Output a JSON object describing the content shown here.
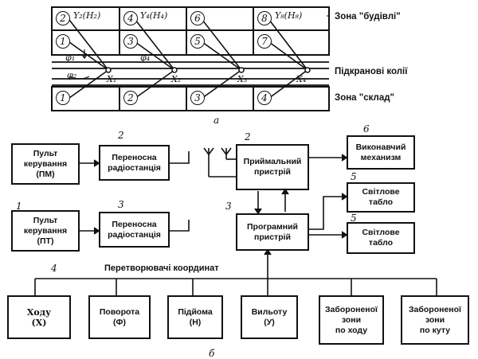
{
  "top_diagram": {
    "zone_building": "Зона \"будівлі\"",
    "crane_tracks": "Підкранові колії",
    "zone_warehouse": "Зона \"склад\"",
    "caption": "а",
    "row1_cells": [
      "2",
      "4",
      "6",
      "8"
    ],
    "row1_labels": [
      "Y₂(H₂)",
      "Y₄(H₄)",
      "",
      "Y₈(H₈)"
    ],
    "row2_cells": [
      "1",
      "3",
      "5",
      "7"
    ],
    "row3_cells": [
      "1",
      "2",
      "3",
      "4"
    ],
    "phi_labels": [
      "φ₁",
      "φ₂",
      "φ₄"
    ],
    "x_labels": [
      "X₁",
      "X₂",
      "X₃",
      "X₄"
    ]
  },
  "block_diagram": {
    "caption": "б",
    "converters_title": "Перетворювачі координат",
    "nums": {
      "n1": "1",
      "n2a": "2",
      "n3a": "3",
      "n2b": "2",
      "n3b": "3",
      "n6": "6",
      "n5a": "5",
      "n5b": "5",
      "n4": "4"
    },
    "boxes": {
      "pm": "Пульт\nкерування\n(ПМ)",
      "radio1": "Переносна\nрадіостанція",
      "pt": "Пульт\nкерування\n(ПТ)",
      "radio2": "Переносна\nрадіостанція",
      "receiver": "Приймальний\nпристрій",
      "program": "Програмний\nпристрій",
      "executive": "Виконавчий\nмеханизм",
      "board1": "Світлове\nтабло",
      "board2": "Світлове\nтабло",
      "conv_x": "Ходу\n(Х)",
      "conv_phi": "Поворота\n(Ф)",
      "conv_h": "Підйома\n(Н)",
      "conv_y": "Вильоту\n(У)",
      "conv_zone_x": "Забороненої\nзони\nпо ходу",
      "conv_zone_angle": "Забороненої\nзони\nпо куту"
    }
  }
}
